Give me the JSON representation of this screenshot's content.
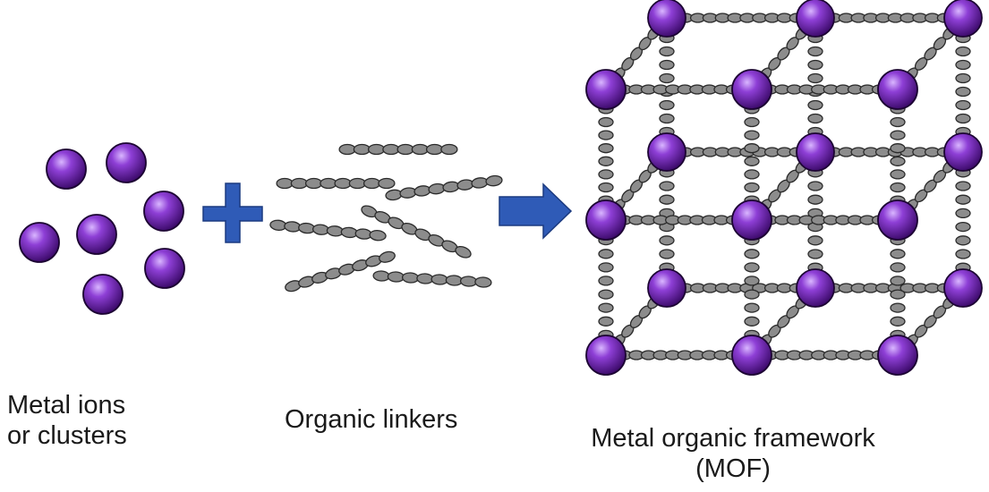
{
  "colors": {
    "metal_node": "#7b2fbf",
    "metal_node_dark": "#3d0a6b",
    "linker": "#8c8c8c",
    "linker_stroke": "#2b2b2b",
    "operator": "#2f5bb7",
    "operator_stroke": "#1c3b80"
  },
  "labels": {
    "metal_ions_line1": "Metal ions",
    "metal_ions_line2": "or clusters",
    "organic_linkers": "Organic linkers",
    "mof_line1": "Metal organic framework",
    "mof_line2": "(MOF)"
  },
  "icons": {
    "plus": "plus-icon",
    "arrow": "arrow-right-icon"
  },
  "framework": {
    "node_count": 18,
    "node_count_per_edge": 3,
    "layers": 2
  }
}
